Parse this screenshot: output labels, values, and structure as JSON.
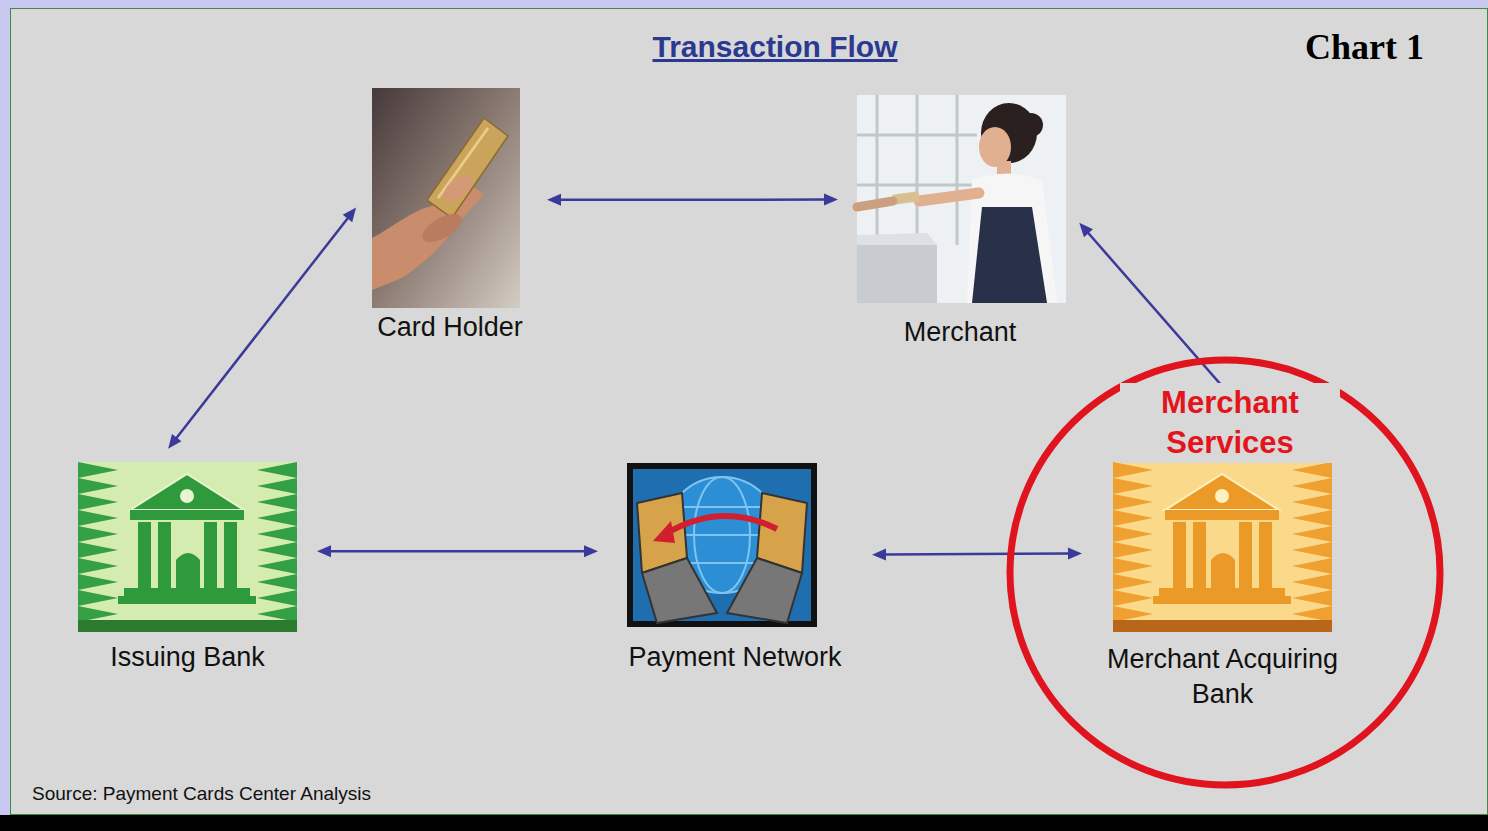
{
  "diagram": {
    "title": "Transaction Flow",
    "nodes": [
      {
        "text": [
          "Card Holder"
        ]
      },
      {
        "text": [
          "Merchant"
        ]
      },
      {
        "text": [
          "Issuing Bank"
        ]
      },
      {
        "text": [
          "Payment Network"
        ]
      },
      {
        "text": [
          "Merchant Services"
        ]
      },
      {
        "text": [
          "Merchant Acquiring Bank"
        ],
        "in": 4
      }
    ],
    "edges": [
      {
        "from": 0,
        "to": 1,
        "arrow": "both"
      },
      {
        "from": 0,
        "to": 2,
        "arrow": "both"
      },
      {
        "from": 2,
        "to": 3,
        "arrow": "both"
      },
      {
        "from": 3,
        "to": 5,
        "arrow": "both"
      },
      {
        "from": 5,
        "to": 1,
        "arrow": "to"
      }
    ],
    "labels": [
      "Chart 1",
      "Source: Payment Cards Center Analysis"
    ]
  }
}
